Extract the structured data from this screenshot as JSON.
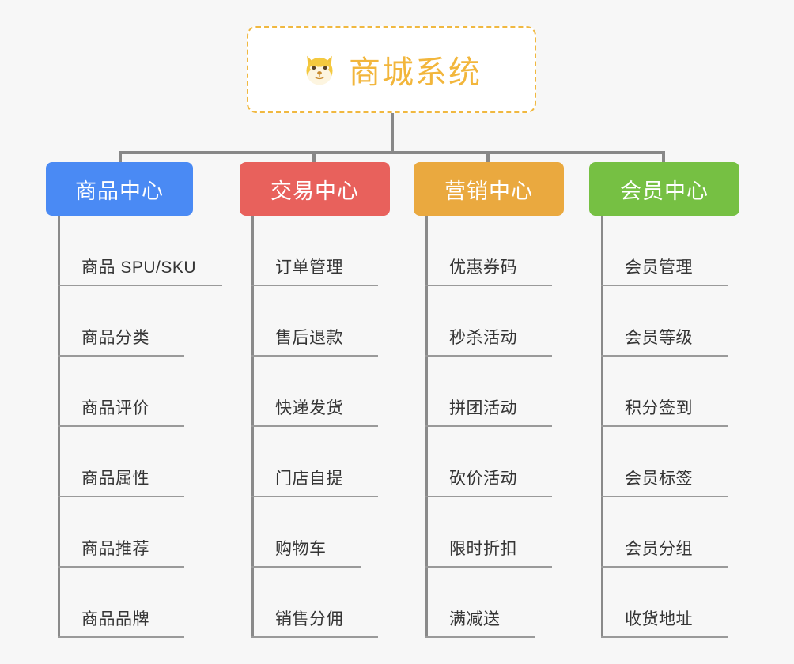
{
  "page": {
    "background_color": "#f7f7f7",
    "type": "mindmap"
  },
  "root": {
    "title": "商城系统",
    "icon": "shiba-dog-emoji",
    "border_color": "#f0b840",
    "text_color": "#f2b63c",
    "background_color": "#ffffff"
  },
  "categories": [
    {
      "label": "商品中心",
      "color": "#4a8af4",
      "items": [
        {
          "label": "商品 SPU/SKU",
          "underline_width": 208
        },
        {
          "label": "商品分类",
          "underline_width": 160
        },
        {
          "label": "商品评价",
          "underline_width": 160
        },
        {
          "label": "商品属性",
          "underline_width": 160
        },
        {
          "label": "商品推荐",
          "underline_width": 160
        },
        {
          "label": "商品品牌",
          "underline_width": 160
        }
      ]
    },
    {
      "label": "交易中心",
      "color": "#e8615c",
      "items": [
        {
          "label": "订单管理",
          "underline_width": 160
        },
        {
          "label": "售后退款",
          "underline_width": 160
        },
        {
          "label": "快递发货",
          "underline_width": 160
        },
        {
          "label": "门店自提",
          "underline_width": 160
        },
        {
          "label": "购物车",
          "underline_width": 139
        },
        {
          "label": "销售分佣",
          "underline_width": 160
        }
      ]
    },
    {
      "label": "营销中心",
      "color": "#eaa93f",
      "items": [
        {
          "label": "优惠券码",
          "underline_width": 160
        },
        {
          "label": "秒杀活动",
          "underline_width": 160
        },
        {
          "label": "拼团活动",
          "underline_width": 160
        },
        {
          "label": "砍价活动",
          "underline_width": 160
        },
        {
          "label": "限时折扣",
          "underline_width": 160
        },
        {
          "label": "满减送",
          "underline_width": 139
        }
      ]
    },
    {
      "label": "会员中心",
      "color": "#76c043",
      "items": [
        {
          "label": "会员管理",
          "underline_width": 160
        },
        {
          "label": "会员等级",
          "underline_width": 160
        },
        {
          "label": "积分签到",
          "underline_width": 160
        },
        {
          "label": "会员标签",
          "underline_width": 160
        },
        {
          "label": "会员分组",
          "underline_width": 160
        },
        {
          "label": "收货地址",
          "underline_width": 160
        }
      ]
    }
  ],
  "connectors": {
    "color": "#888888"
  }
}
